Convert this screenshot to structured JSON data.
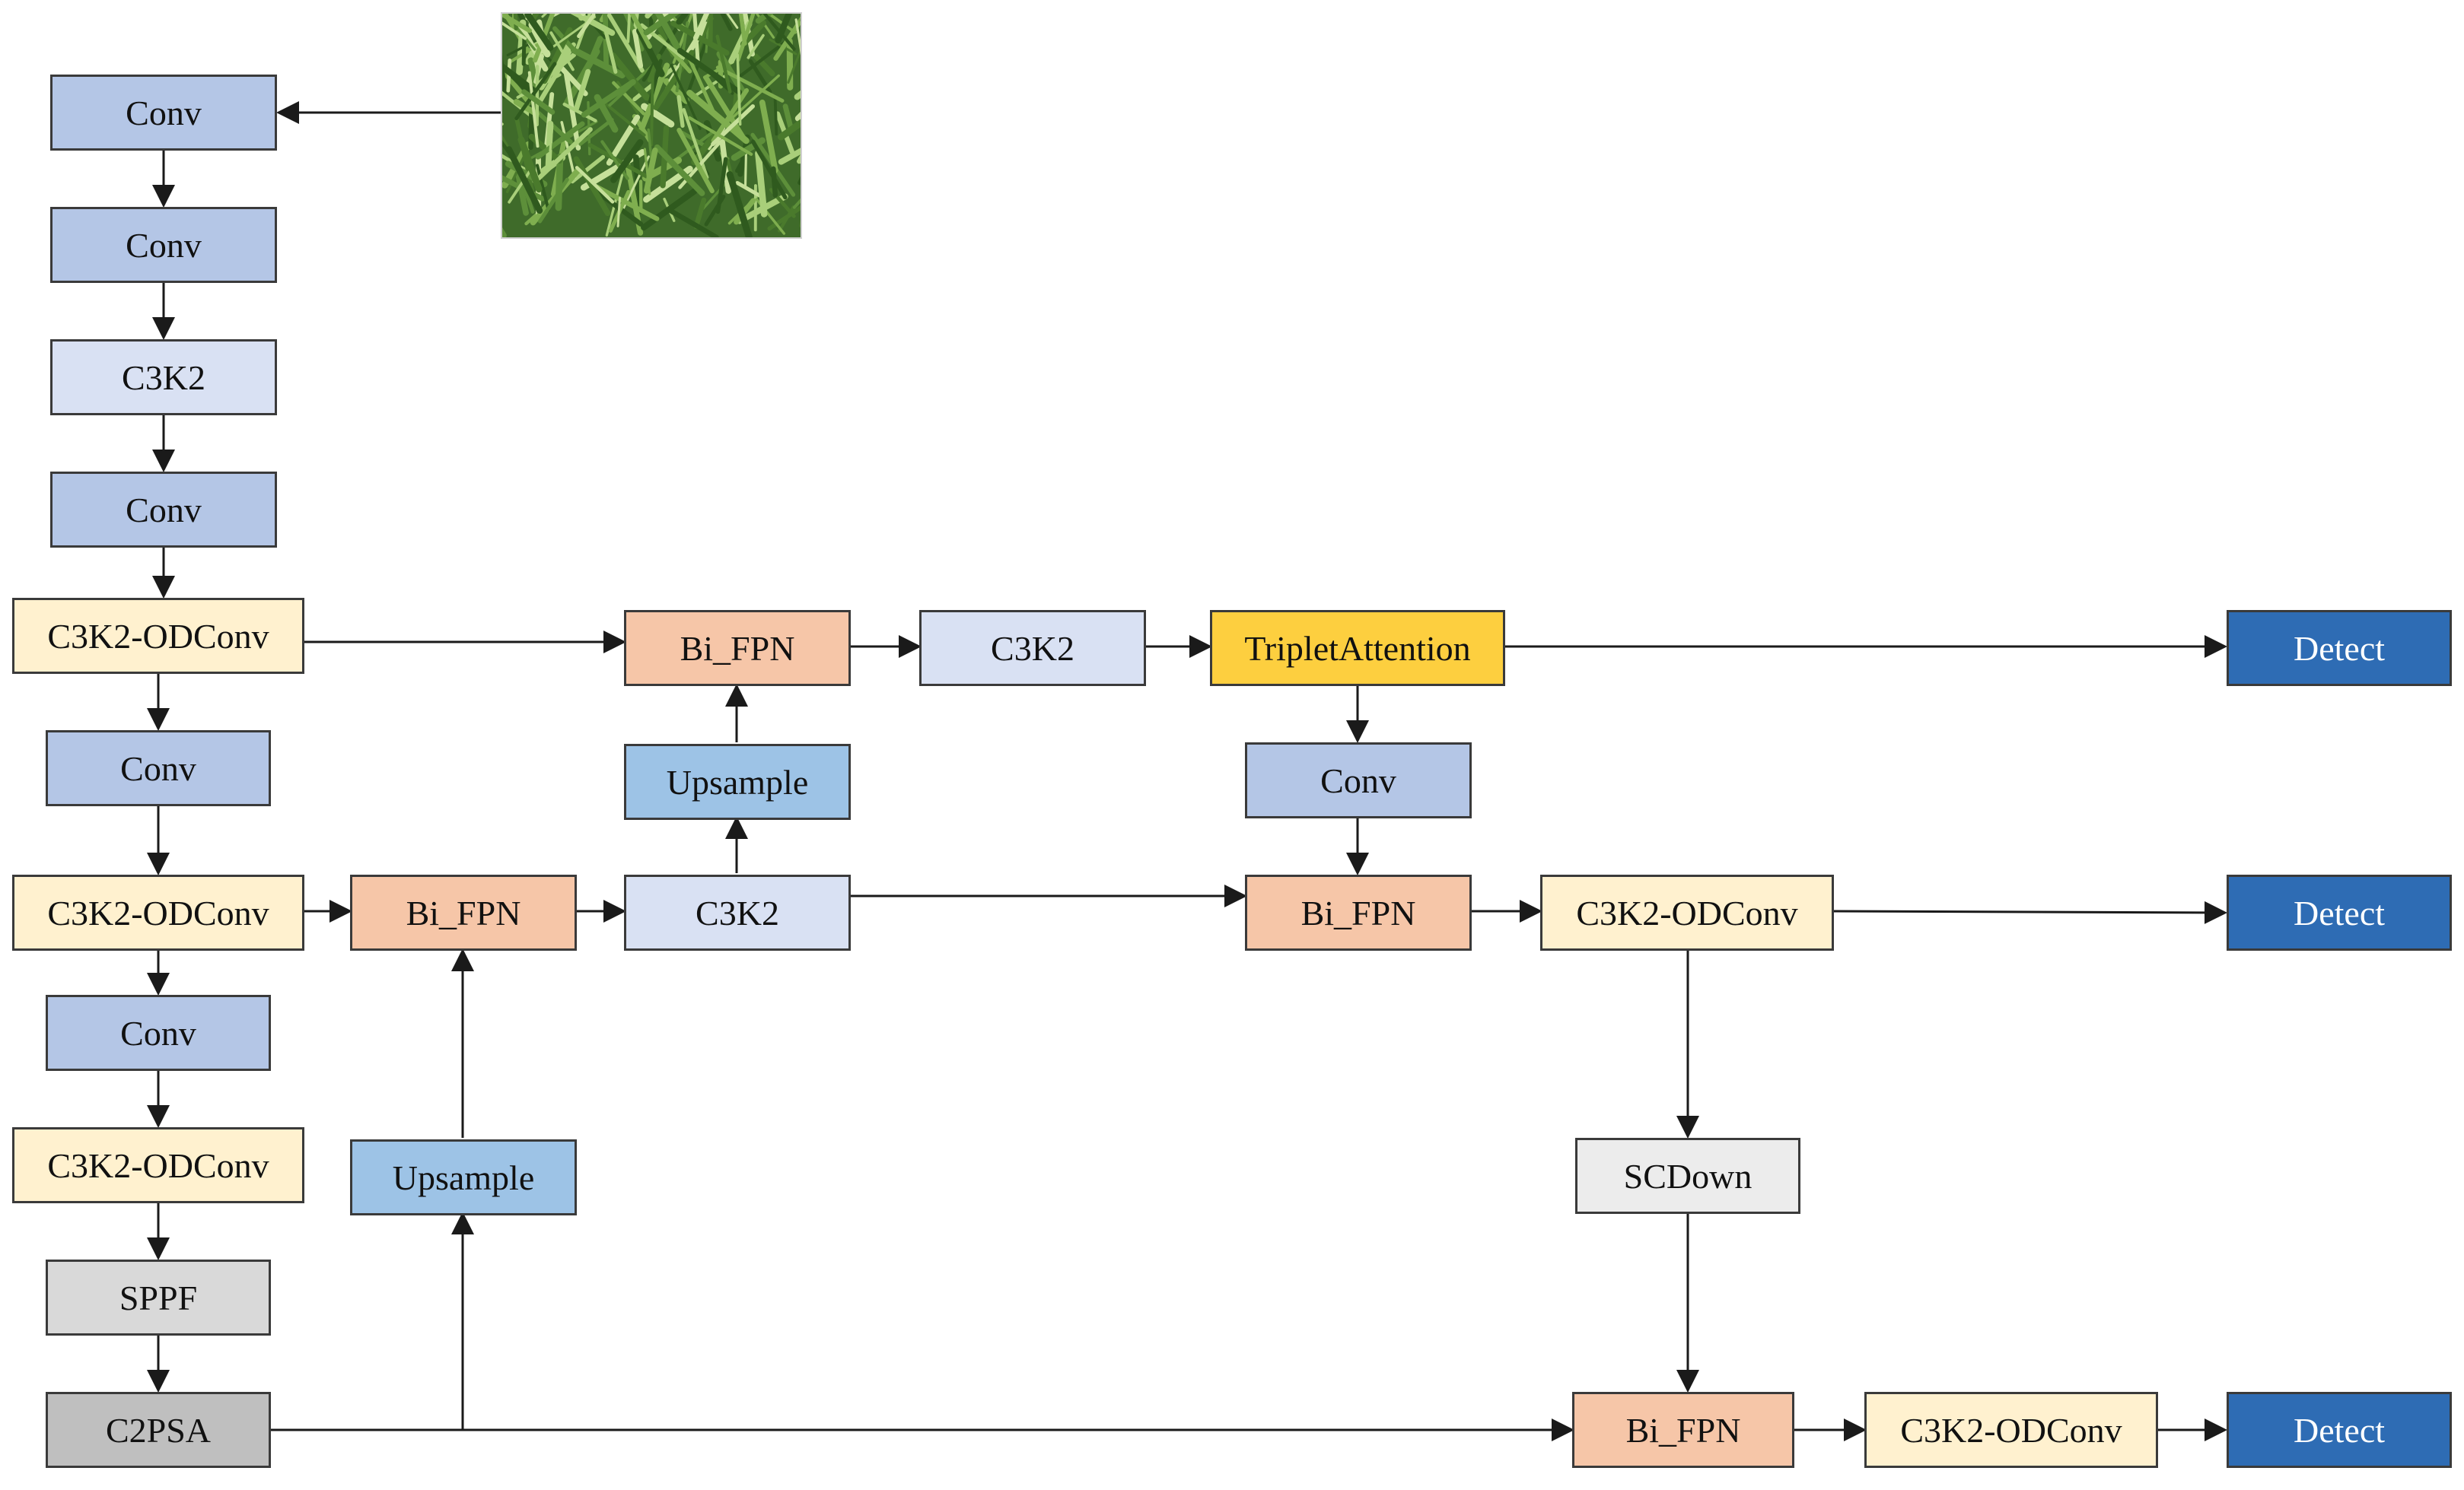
{
  "colors": {
    "conv": "#b4c6e6",
    "c3k2": "#d9e1f3",
    "odconv": "#fff1cf",
    "bifpn": "#f6c6a8",
    "upsample": "#9dc3e6",
    "triplet": "#fdcf3f",
    "sppf": "#d9d9d9",
    "c2psa": "#bfbfbf",
    "scdown": "#ececec",
    "detect": "#2e6cb4",
    "arrow": "#1a1a1a"
  },
  "input_image": {
    "icon": "wheat-field-photo"
  },
  "backbone": {
    "conv1": "Conv",
    "conv2": "Conv",
    "c3k2": "C3K2",
    "conv3": "Conv",
    "odconv1": "C3K2-ODConv",
    "conv4": "Conv",
    "odconv2": "C3K2-ODConv",
    "conv5": "Conv",
    "odconv3": "C3K2-ODConv",
    "sppf": "SPPF",
    "c2psa": "C2PSA"
  },
  "neck": {
    "bifpn_mid_left": "Bi_FPN",
    "upsample_low": "Upsample",
    "c3k2_mid": "C3K2",
    "upsample_mid": "Upsample",
    "bifpn_top": "Bi_FPN",
    "c3k2_top": "C3K2",
    "triplet_attention": "TripletAttention",
    "conv_mid": "Conv",
    "bifpn_mid_right": "Bi_FPN",
    "odconv_mid": "C3K2-ODConv",
    "scdown": "SCDown",
    "bifpn_bottom": "Bi_FPN",
    "odconv_bottom": "C3K2-ODConv"
  },
  "head": {
    "detect_top": "Detect",
    "detect_mid": "Detect",
    "detect_bottom": "Detect"
  }
}
